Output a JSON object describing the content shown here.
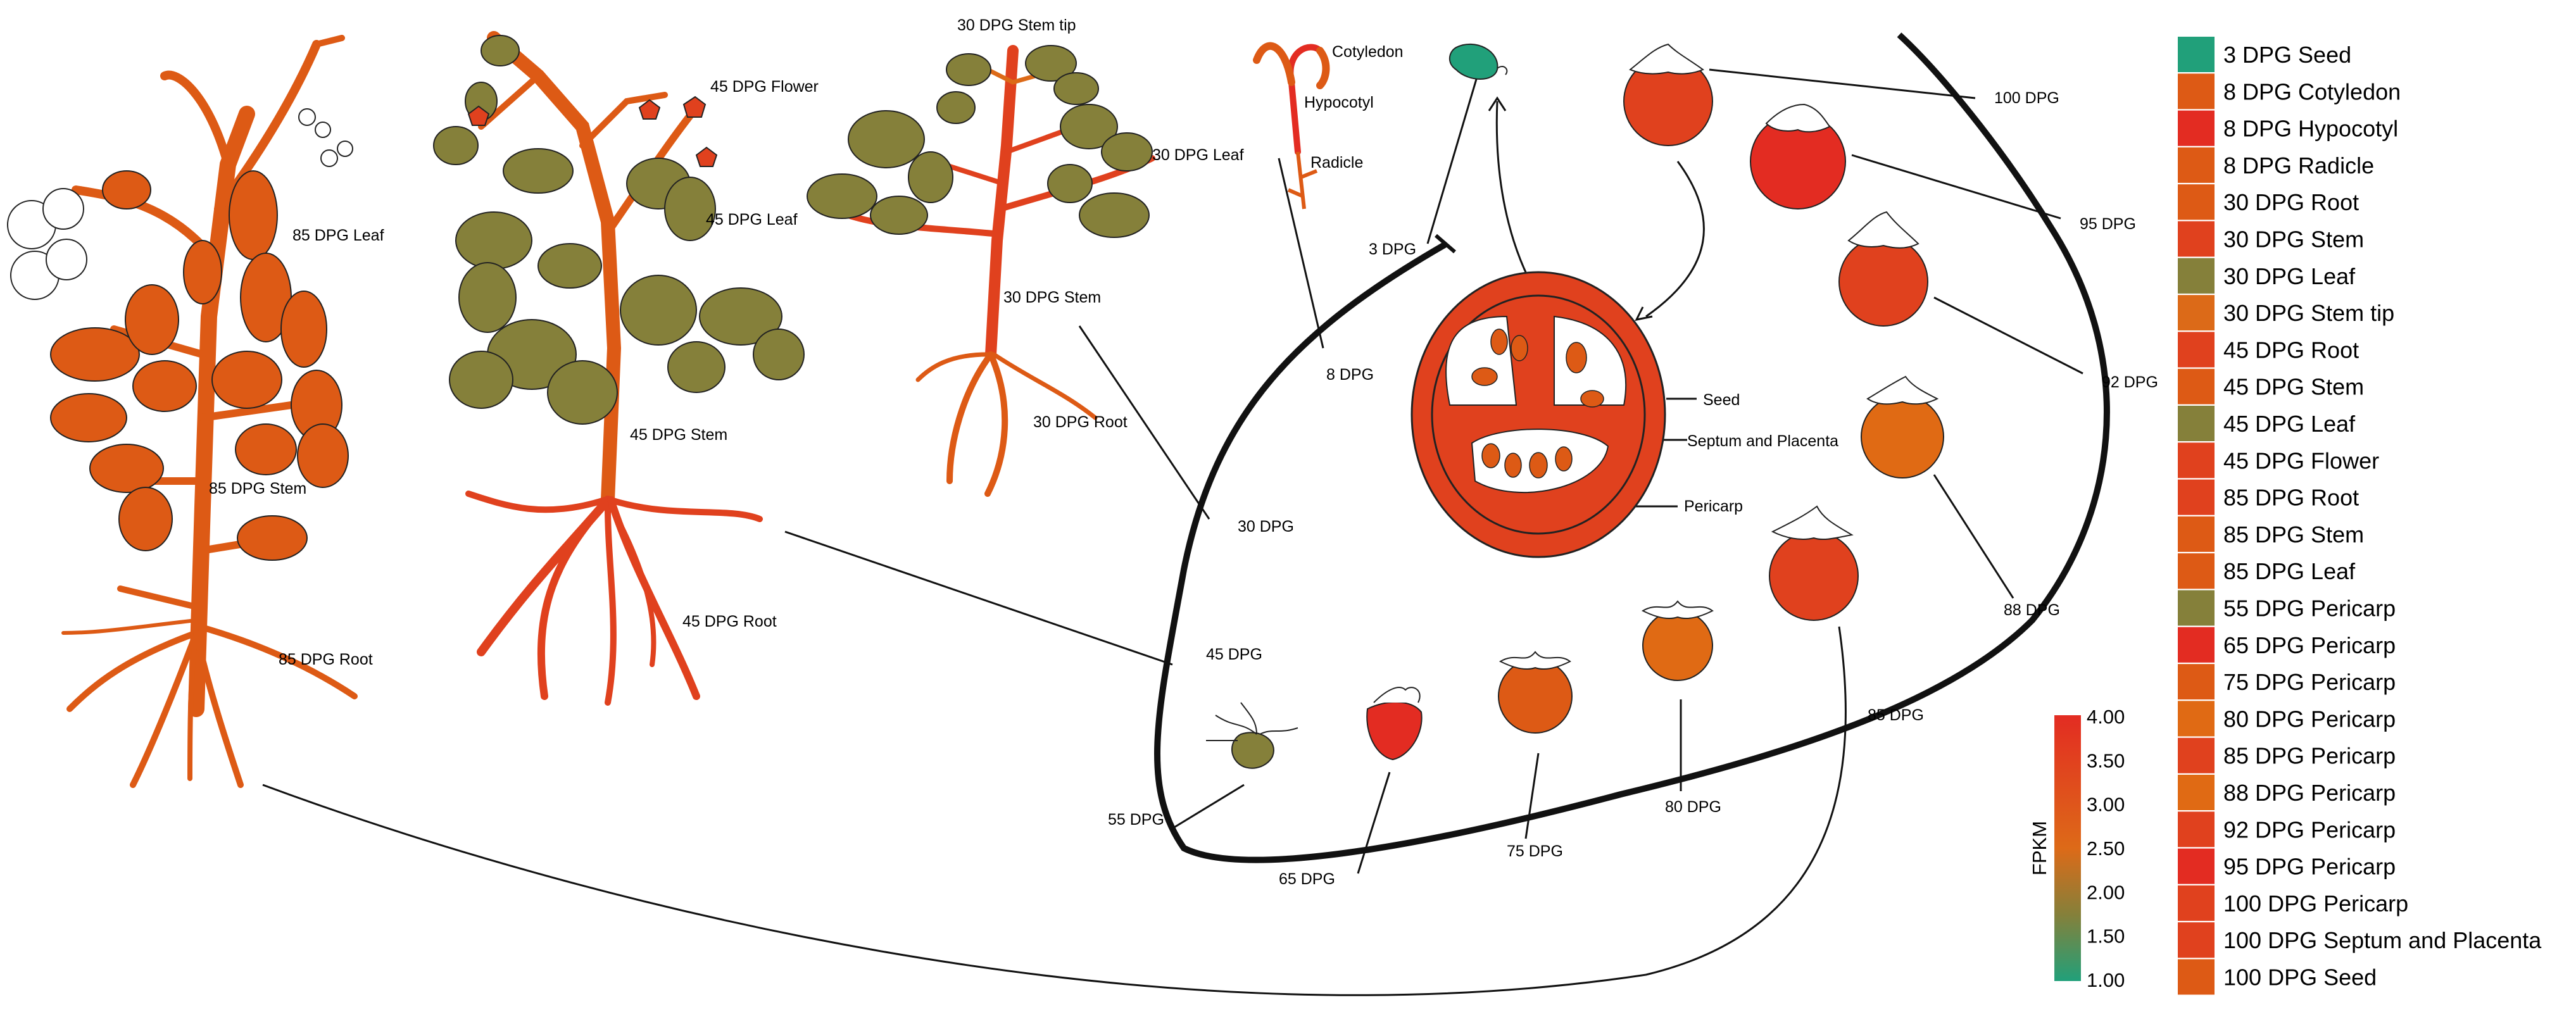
{
  "colors": {
    "green": "#21a07a",
    "olive": "#85803a",
    "orange": "#dd5a15",
    "orange_light": "#e06a14",
    "red": "#e32c22",
    "red_dark": "#db3a1c"
  },
  "plants": {
    "p85": {
      "leaf": "85 DPG Leaf",
      "stem": "85 DPG Stem",
      "root": "85 DPG Root"
    },
    "p45": {
      "flower": "45 DPG Flower",
      "leaf": "45 DPG Leaf",
      "stem": "45 DPG Stem",
      "root": "45 DPG Root"
    },
    "p30": {
      "stem_tip": "30 DPG Stem tip",
      "leaf": "30 DPG Leaf",
      "stem": "30 DPG Stem",
      "root": "30 DPG Root"
    },
    "seedling": {
      "cotyledon": "Cotyledon",
      "hypocotyl": "Hypocotyl",
      "radicle": "Radicle"
    }
  },
  "fruit_section": {
    "seed": "Seed",
    "septum": "Septum and Placenta",
    "pericarp": "Pericarp"
  },
  "stages": {
    "s3": "3 DPG",
    "s8": "8 DPG",
    "s30": "30 DPG",
    "s45": "45 DPG",
    "s55": "55 DPG",
    "s65": "65 DPG",
    "s75": "75 DPG",
    "s80": "80 DPG",
    "s85": "85 DPG",
    "s88": "88 DPG",
    "s92": "92 DPG",
    "s95": "95 DPG",
    "s100": "100 DPG"
  },
  "legend": [
    {
      "label": "3 DPG Seed",
      "color": "#21a07a"
    },
    {
      "label": "8 DPG Cotyledon",
      "color": "#dd5a15"
    },
    {
      "label": "8 DPG Hypocotyl",
      "color": "#e32c22"
    },
    {
      "label": "8 DPG Radicle",
      "color": "#dd5a15"
    },
    {
      "label": "30 DPG Root",
      "color": "#dd5a15"
    },
    {
      "label": "30 DPG Stem",
      "color": "#e0411e"
    },
    {
      "label": "30 DPG Leaf",
      "color": "#85803a"
    },
    {
      "label": "30 DPG Stem tip",
      "color": "#dc6a18"
    },
    {
      "label": "45 DPG Root",
      "color": "#e0411e"
    },
    {
      "label": "45 DPG Stem",
      "color": "#dd5a15"
    },
    {
      "label": "45 DPG Leaf",
      "color": "#85803a"
    },
    {
      "label": "45 DPG Flower",
      "color": "#e0411e"
    },
    {
      "label": "85 DPG Root",
      "color": "#e0411e"
    },
    {
      "label": "85 DPG Stem",
      "color": "#dd5a15"
    },
    {
      "label": "85 DPG Leaf",
      "color": "#dd5a15"
    },
    {
      "label": "55 DPG Pericarp",
      "color": "#85803a"
    },
    {
      "label": "65 DPG Pericarp",
      "color": "#e32c22"
    },
    {
      "label": "75 DPG Pericarp",
      "color": "#dd5a15"
    },
    {
      "label": "80 DPG Pericarp",
      "color": "#e06a14"
    },
    {
      "label": "85 DPG Pericarp",
      "color": "#e0411e"
    },
    {
      "label": "88 DPG Pericarp",
      "color": "#e06a14"
    },
    {
      "label": "92 DPG Pericarp",
      "color": "#e0411e"
    },
    {
      "label": "95 DPG Pericarp",
      "color": "#e32c22"
    },
    {
      "label": "100 DPG Pericarp",
      "color": "#e0411e"
    },
    {
      "label": "100 DPG Septum and Placenta",
      "color": "#e0411e"
    },
    {
      "label": "100 DPG Seed",
      "color": "#dd5a15"
    }
  ],
  "colorbar": {
    "title": "FPKM",
    "ticks": [
      "4.00",
      "3.50",
      "3.00",
      "2.50",
      "2.00",
      "1.50",
      "1.00"
    ]
  }
}
